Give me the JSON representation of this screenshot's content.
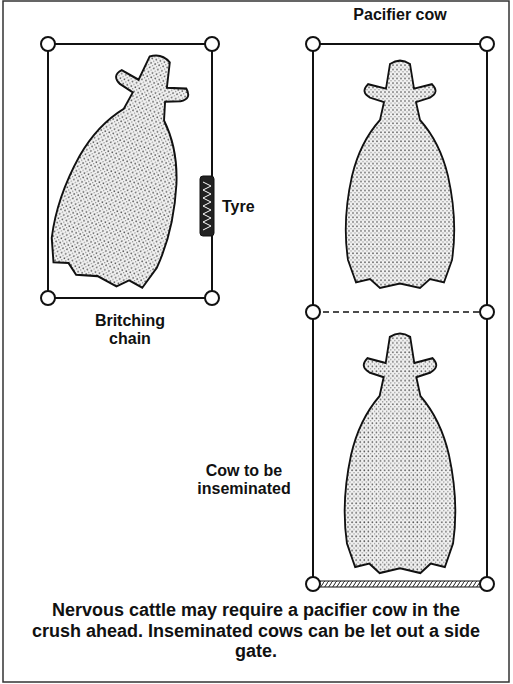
{
  "diagram": {
    "caption": "Nervous cattle may require a pacifier cow in the crush ahead. Inseminated cows can be let out a side gate.",
    "labels": [
      "Pacifier cow",
      "Tyre",
      "Britching chain",
      "Cow to be inseminated"
    ]
  }
}
